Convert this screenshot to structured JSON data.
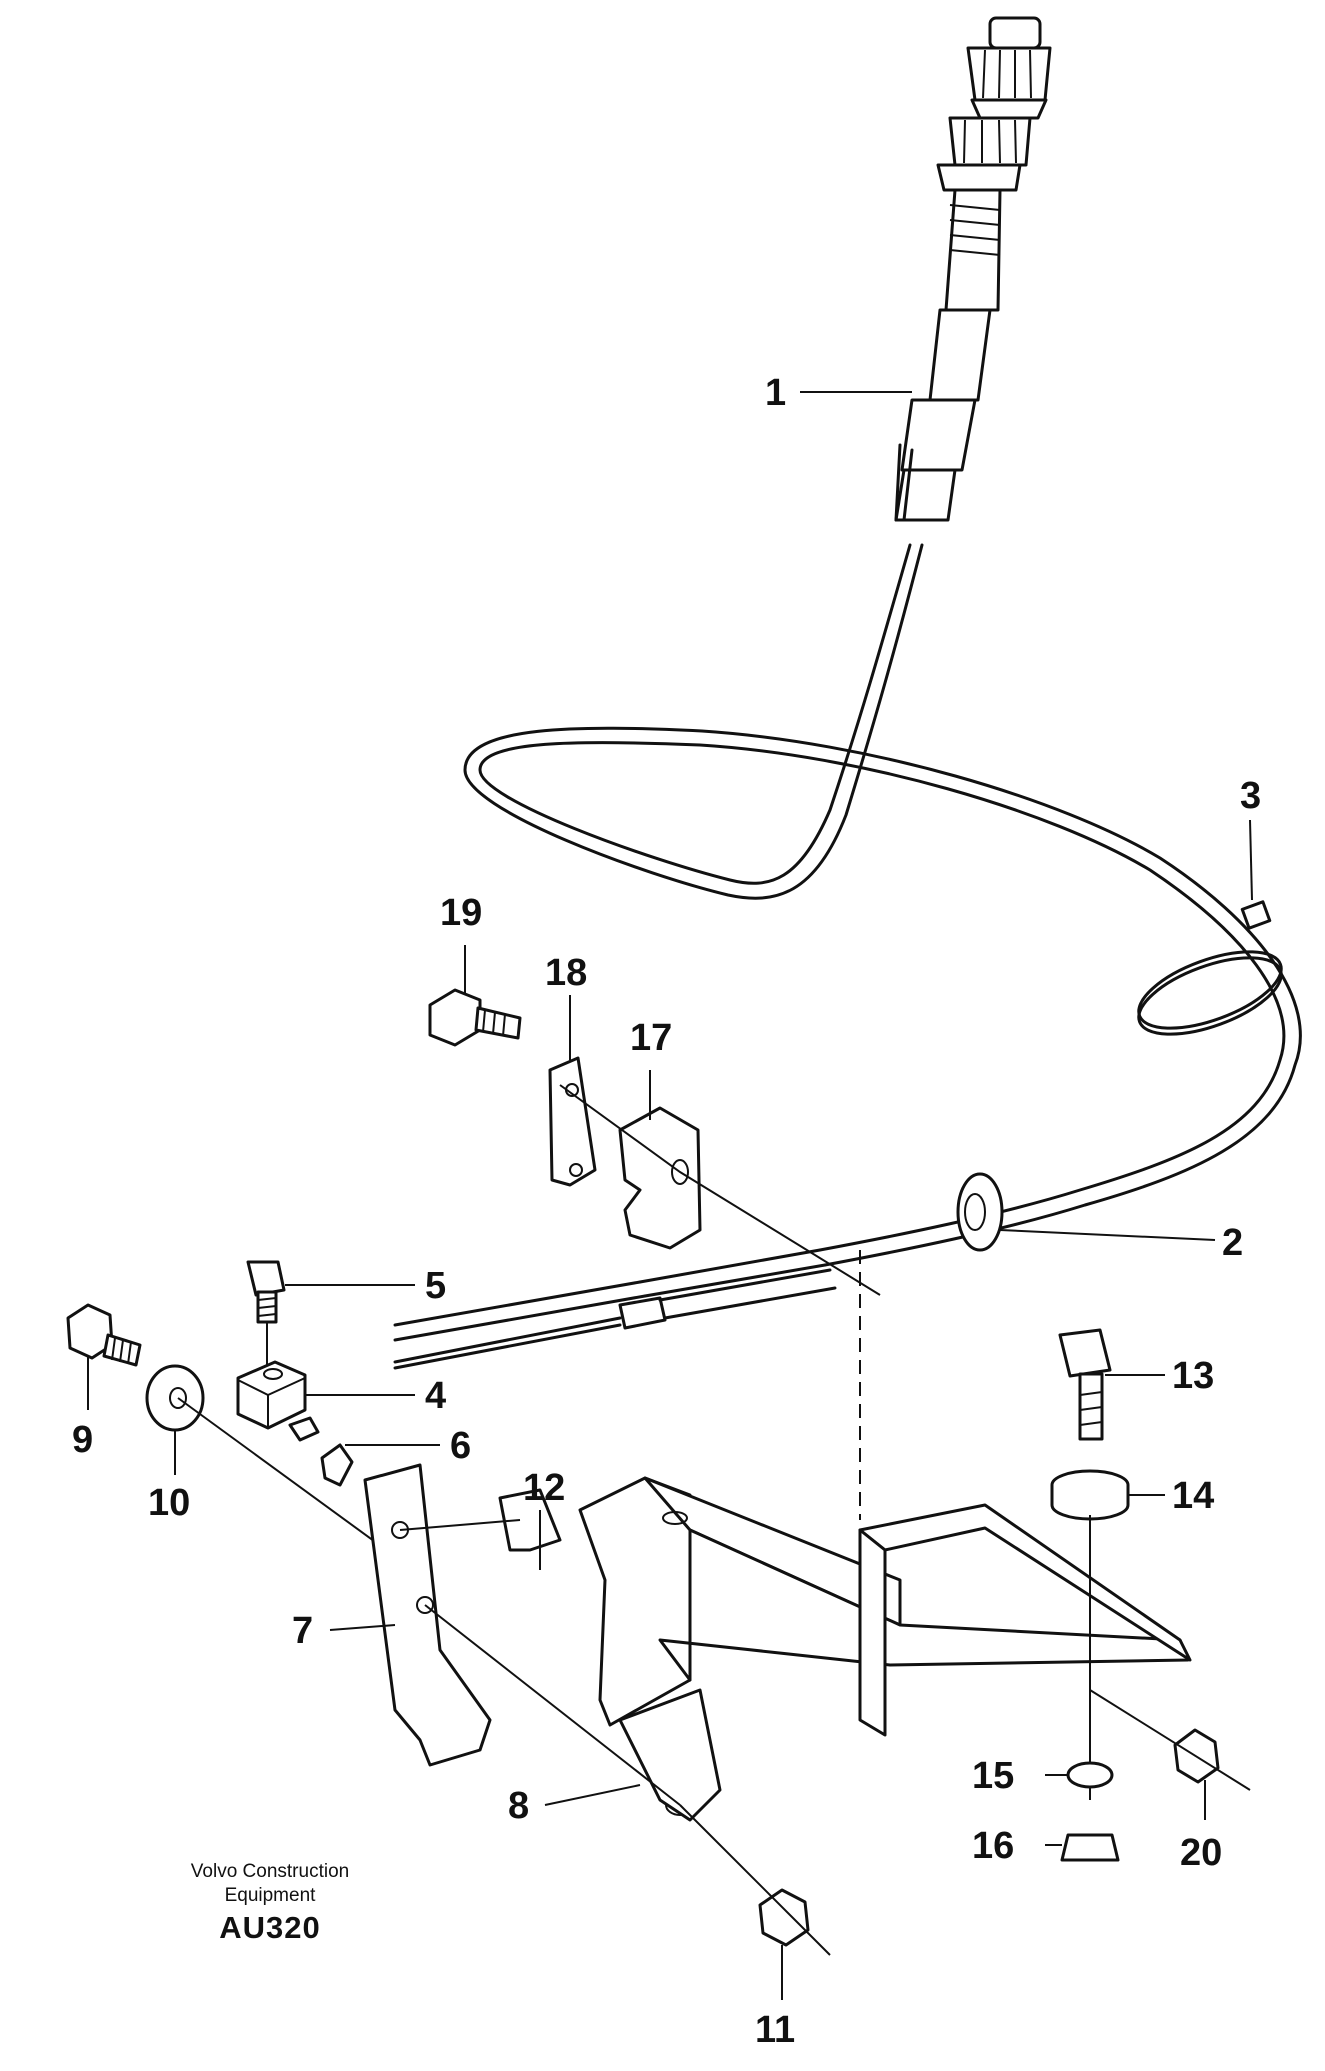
{
  "diagram": {
    "callouts": [
      "1",
      "2",
      "3",
      "4",
      "5",
      "6",
      "7",
      "8",
      "9",
      "10",
      "11",
      "12",
      "13",
      "14",
      "15",
      "16",
      "17",
      "18",
      "19",
      "20"
    ]
  },
  "footer": {
    "line1": "Volvo Construction",
    "line2": "Equipment",
    "code": "AU320"
  }
}
